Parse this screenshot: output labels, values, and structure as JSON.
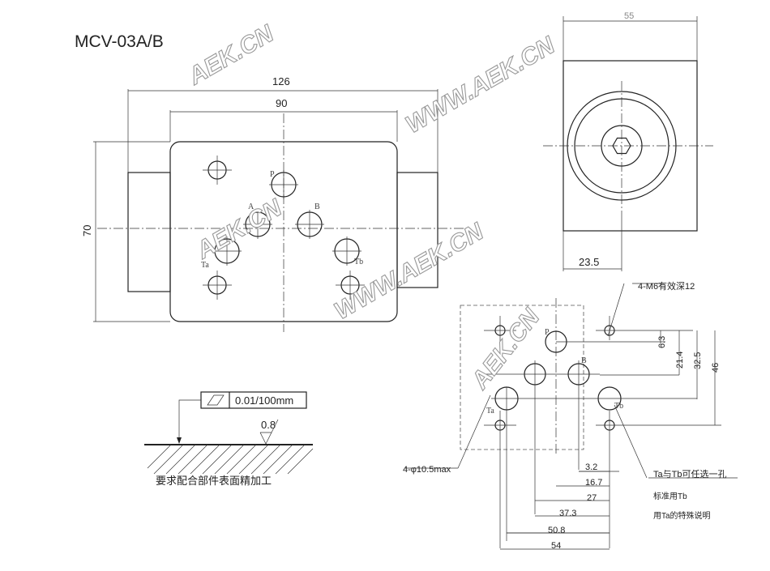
{
  "title": "MCV-03A/B",
  "front_view": {
    "dims": {
      "overall_width": "126",
      "body_width": "90",
      "height": "70"
    },
    "ports": {
      "p": "P",
      "a": "A",
      "b": "B",
      "ta": "Ta",
      "tb": "Tb"
    }
  },
  "side_view": {
    "dims": {
      "width": "55",
      "offset": "23.5"
    }
  },
  "mounting_pattern": {
    "thread_note": "4-M6有效深12",
    "hole_note": "4-φ10.5max",
    "ports": {
      "p": "P",
      "b": "B",
      "ta": "Ta",
      "tb": "Tb"
    },
    "vertical_dims": [
      "6.3",
      "21.4",
      "32.5",
      "46"
    ],
    "horizontal_dims": [
      "3.2",
      "16.7",
      "27",
      "37.3",
      "50.8",
      "54"
    ],
    "notes": [
      "Ta与Tb可任选一孔",
      "标准用Tb",
      "用Ta的特殊说明"
    ]
  },
  "surface_spec": {
    "flatness": "0.01/100mm",
    "roughness": "0.8",
    "note": "要求配合部件表面精加工"
  },
  "watermarks": [
    "AEK.CN",
    "WWW.AEK.CN",
    "AEK.CN",
    "WWW.AEK.CN",
    "AEK.CN"
  ]
}
